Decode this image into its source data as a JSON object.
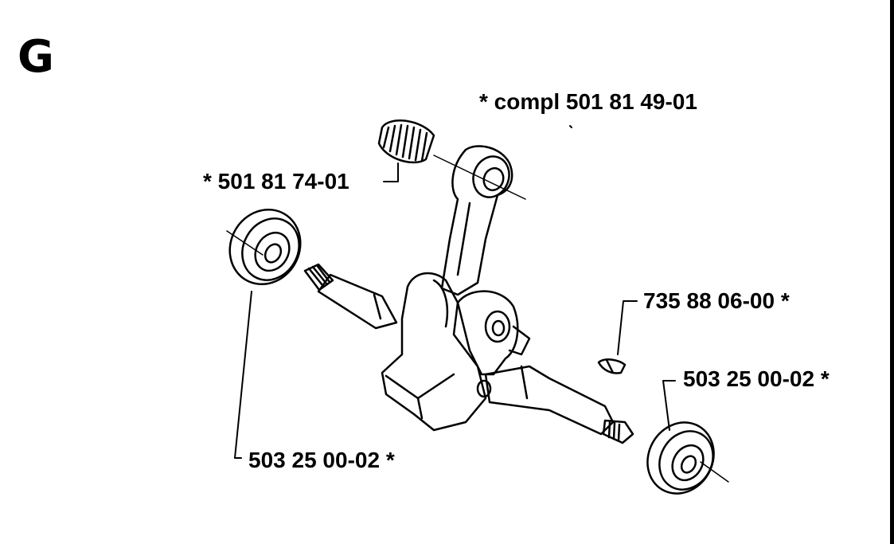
{
  "section_letter": "G",
  "callouts": {
    "compl": "*  compl 501 81 49-01",
    "bearing_needle": "*  501 81 74-01",
    "key": "735 88 06-00  *",
    "bearing_right": "503 25 00-02  *",
    "bearing_left": "503 25 00-02  *"
  },
  "colors": {
    "ink": "#000000",
    "paper": "#ffffff"
  }
}
